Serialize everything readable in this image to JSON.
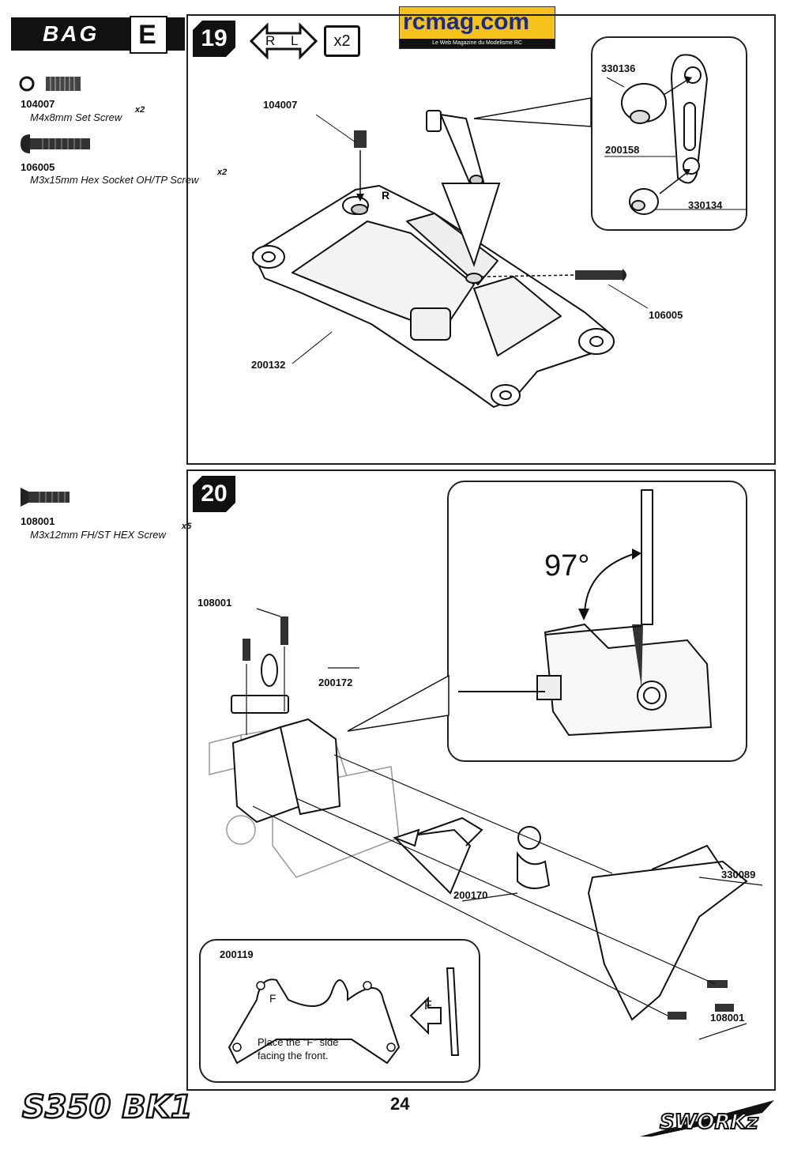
{
  "bag": {
    "label": "BAG",
    "letter": "E"
  },
  "watermark": {
    "name": "rcmag.com",
    "tagline": "Le Web Magazine du Modelisme RC"
  },
  "step19": {
    "number": "19",
    "side_right": "R",
    "side_left": "L",
    "multiplier": "x2",
    "parts_list": [
      {
        "part": "104007",
        "desc": "M4x8mm Set Screw",
        "qty": "x2",
        "icon": "set-screw-icon"
      },
      {
        "part": "106005",
        "desc": "M3x15mm Hex Socket OH/TP Screw",
        "qty": "x2",
        "icon": "button-head-screw-icon"
      }
    ],
    "callouts": [
      "104007",
      "106005",
      "200132"
    ],
    "arm_mark": "R",
    "detail_callouts": [
      "330136",
      "200158",
      "330134"
    ]
  },
  "step20": {
    "number": "20",
    "parts_list": [
      {
        "part": "108001",
        "desc": "M3x12mm FH/ST HEX Screw",
        "qty": "x5",
        "icon": "flat-head-screw-icon"
      }
    ],
    "callouts": [
      "108001",
      "200172",
      "200170",
      "330089",
      "108001"
    ],
    "angle": "97°",
    "inset": {
      "part": "200119",
      "mark": "F",
      "note_line1": "Place the \"F\" side",
      "note_line2": "facing the front.",
      "arrow_letter": "F"
    }
  },
  "footer": {
    "model_logo": "S350 BK1",
    "page_number": "24",
    "brand_logo": "SWORKz"
  }
}
